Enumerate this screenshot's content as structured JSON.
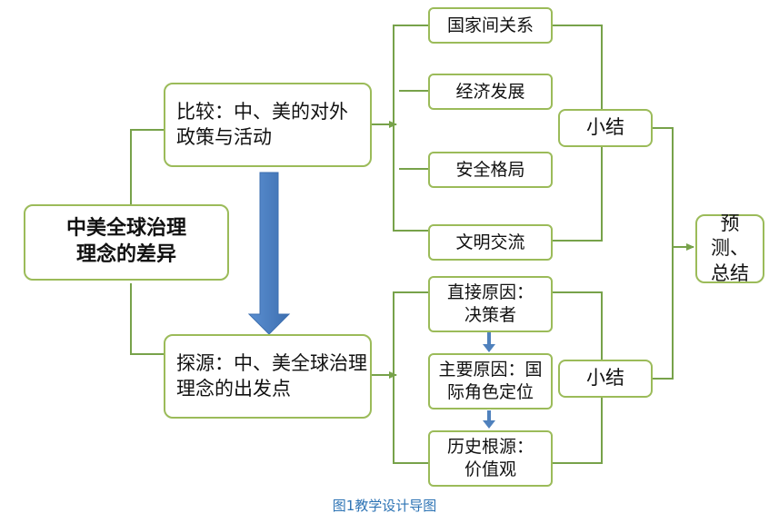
{
  "diagram": {
    "central": "中美全球治理理念的差异",
    "upper_main": "比较：中、美的对外政策与活动",
    "lower_main": "探源：中、美全球治理理念的出发点",
    "upper_items": [
      "国家间关系",
      "经济发展",
      "安全格局",
      "文明交流"
    ],
    "upper_summary": "小结",
    "lower_items": [
      "直接原因：决策者",
      "主要原因：国际角色定位",
      "历史根源：价值观"
    ],
    "lower_summary": "小结",
    "final": "预测、总结"
  },
  "caption": "图1教学设计导图",
  "colors": {
    "border_green": "#9bbb59",
    "line_green": "#77a24a",
    "arrow_blue": "#4f81bd",
    "caption_blue": "#2e74b5"
  }
}
